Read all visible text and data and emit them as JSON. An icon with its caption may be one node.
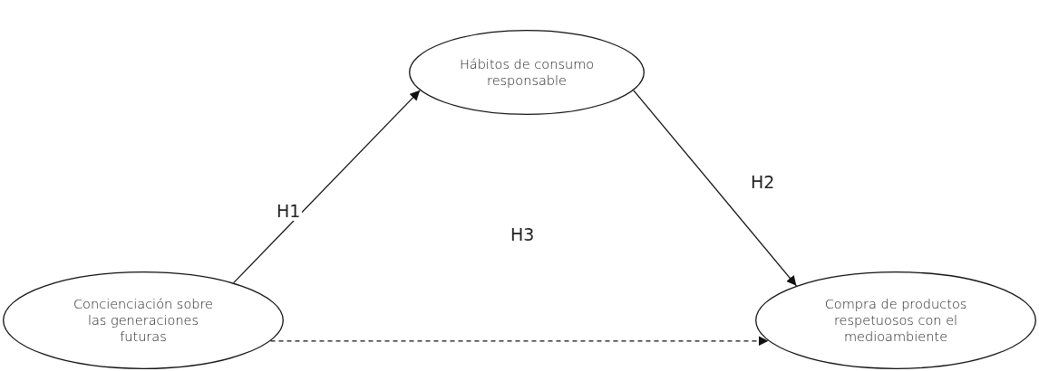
{
  "diagram": {
    "nodes": [
      {
        "text": [
          "Hábitos de consumo responsable"
        ]
      },
      {
        "text": [
          "Concienciación sobre las generaciones futuras"
        ]
      },
      {
        "text": [
          "Compra de productos respetuosos con el medioambiente"
        ]
      }
    ],
    "edges": [
      {
        "from": 1,
        "to": 0,
        "arrow": "to",
        "label": "H1"
      },
      {
        "from": 0,
        "to": 2,
        "arrow": "to",
        "label": "H2"
      },
      {
        "from": 1,
        "to": 2,
        "arrow": "to",
        "style": "dashed"
      }
    ],
    "labels": [
      "H3"
    ]
  }
}
